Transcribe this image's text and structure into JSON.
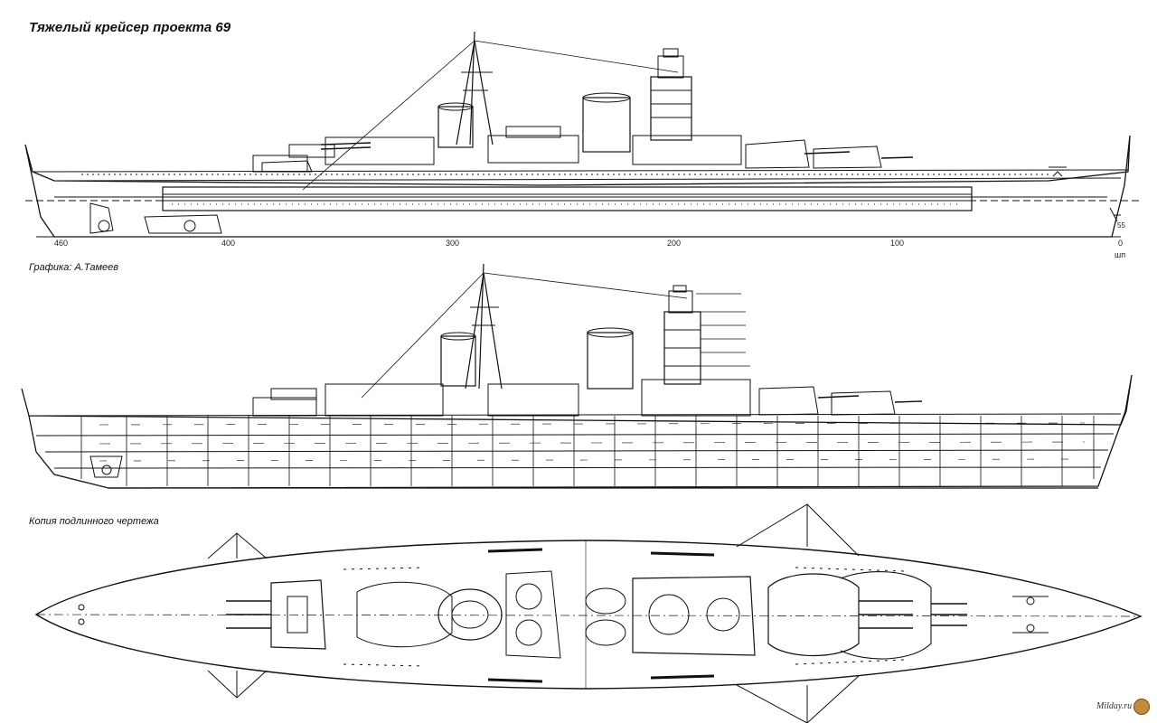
{
  "title": "Тяжелый крейсер проекта 69",
  "credit": "Графика: А.Тамеев",
  "copy_note": "Копия подлинного чертежа",
  "frame_scale": [
    "460",
    "400",
    "300",
    "200",
    "100",
    "0"
  ],
  "frame_unit": "шп",
  "bow_mark": "55",
  "watermark": "Milday.ru",
  "colors": {
    "ink": "#111111",
    "paper": "#ffffff"
  }
}
